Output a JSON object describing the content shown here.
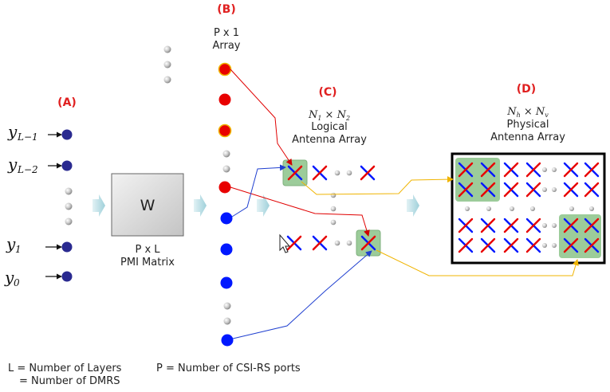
{
  "section_a": "(A)",
  "section_b": "(B)",
  "section_c": "(C)",
  "section_d": "(D)",
  "array_b_line1": "P x 1",
  "array_b_line2": "Array",
  "logical_dim": "N1 × N2",
  "logical_line1": "Logical",
  "logical_line2": "Antenna Array",
  "physical_dim": "Nh × Nv",
  "physical_line1": "Physical",
  "physical_line2": "Antenna Array",
  "layers": [
    "yL−1",
    "yL−2",
    "y1",
    "y0"
  ],
  "matrix_symbol": "W",
  "matrix_line1": "P x L",
  "matrix_line2": "PMI Matrix",
  "legend_layers_line1": "L = Number of Layers",
  "legend_layers_line2": "= Number of DMRS",
  "legend_ports": "P = Number of CSI-RS ports",
  "colors": {
    "section": "#e02020",
    "port_red": "#e80000",
    "port_blue": "#0018ff",
    "layer_dot": "#2a2a90",
    "highlight": "#9ccc9a",
    "line_red": "#e00000",
    "line_blue": "#2040d0",
    "line_yellow": "#f0b400"
  }
}
